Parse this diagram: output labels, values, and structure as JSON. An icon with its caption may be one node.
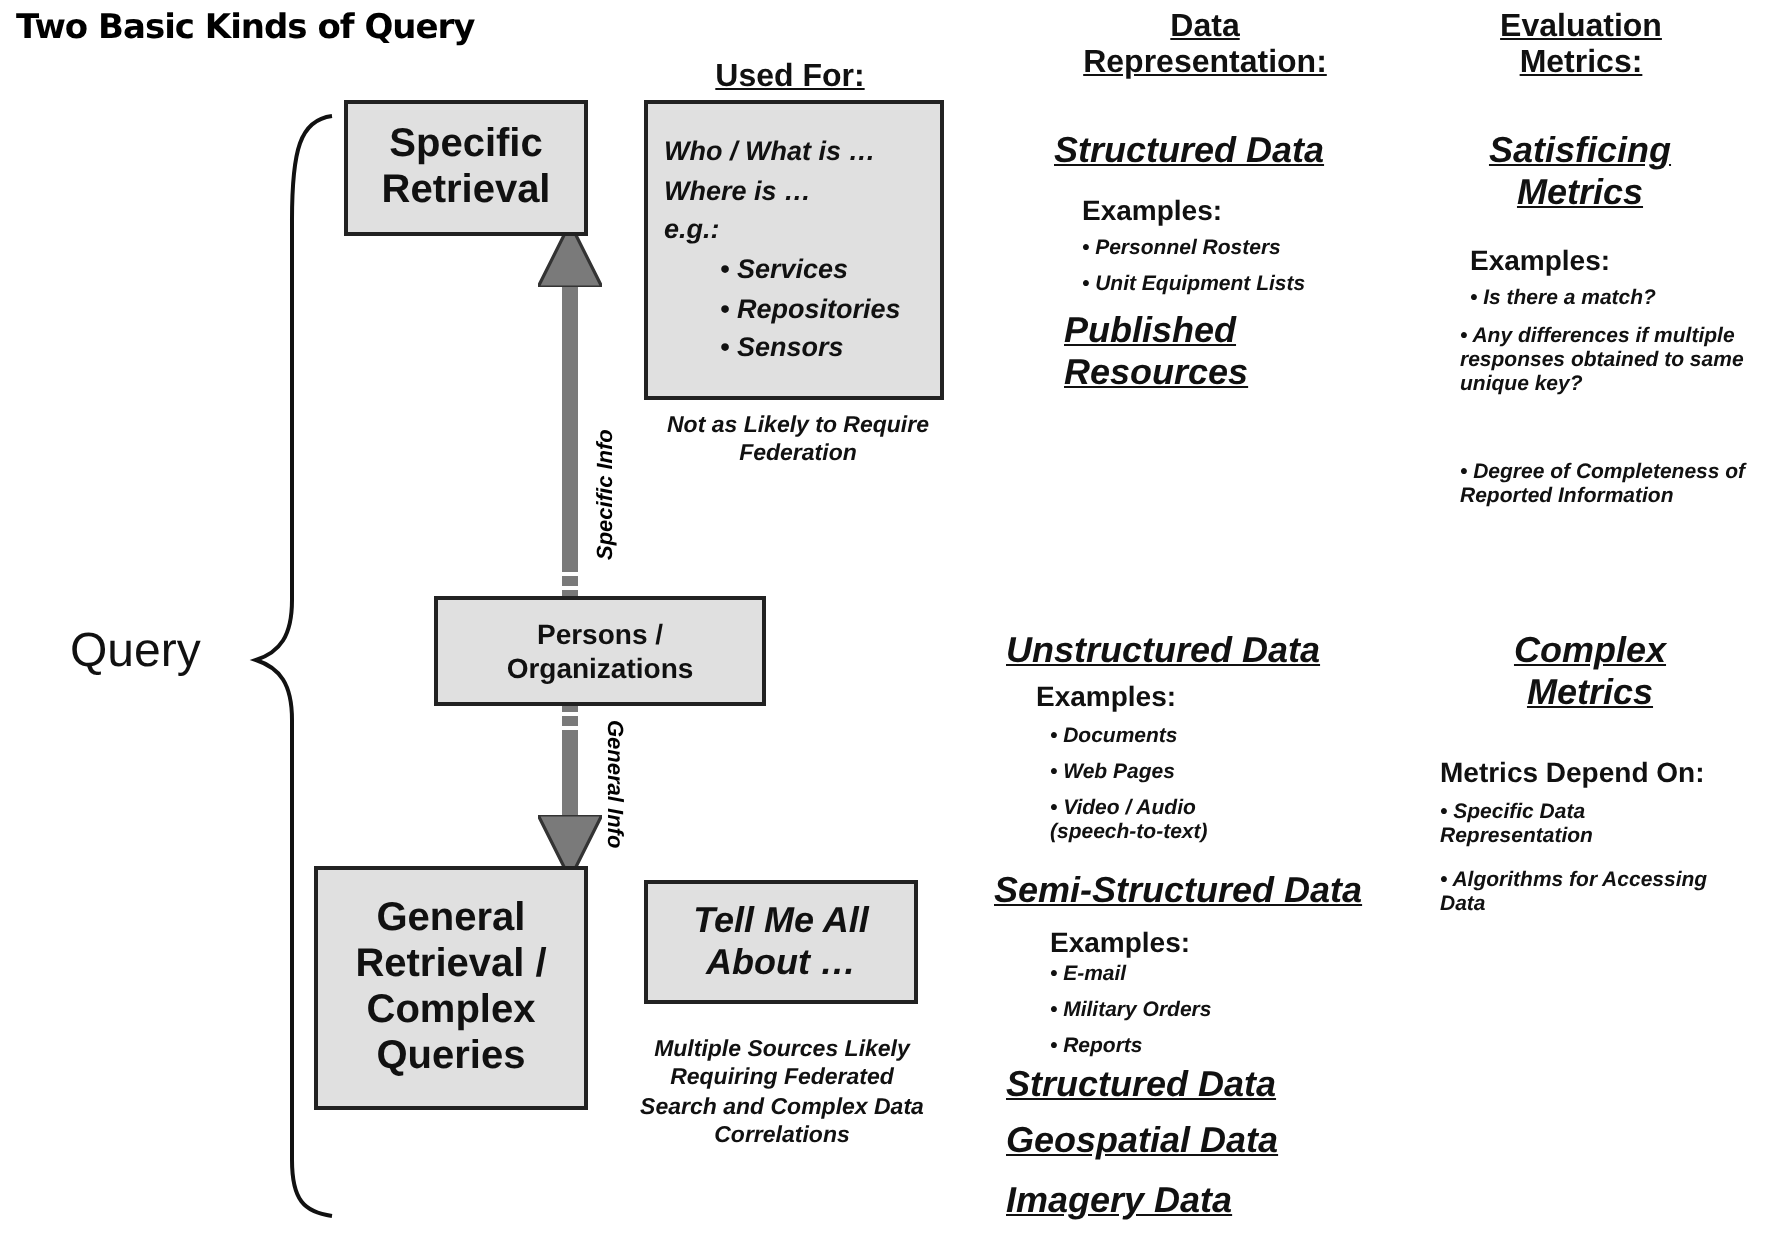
{
  "diagram": {
    "title": "Two Basic Kinds of Query",
    "nodes": [
      {
        "text": [
          "Specific Retrieval"
        ]
      },
      {
        "text": [
          "Who / What is …",
          "Where is …",
          "e.g.:",
          "• Services",
          "• Repositories",
          "• Sensors"
        ],
        "beside": [
          "Not as Likely to Require Federation"
        ]
      },
      {
        "text": [
          "Persons / Organizations"
        ]
      },
      {
        "text": [
          "General Retrieval / Complex Queries"
        ]
      },
      {
        "text": [
          "Tell Me All About …"
        ],
        "beside": [
          "Multiple Sources Likely Requiring Federated Search and Complex Data Correlations"
        ]
      }
    ],
    "edges": [
      {
        "from": 2,
        "to": 0,
        "arrow": "to",
        "label": "Specific Info"
      },
      {
        "from": 2,
        "to": 3,
        "arrow": "to",
        "label": "General Info"
      }
    ],
    "labels": [
      "Used For:",
      "Data Representation:",
      "Evaluation Metrics:",
      "Structured Data",
      "Examples:",
      "• Personnel Rosters",
      "• Unit Equipment Lists",
      "Published Resources",
      "Satisficing Metrics",
      "Examples:",
      "• Is there a match?",
      "• Any differences if multiple responses obtained to same unique key?",
      "• Degree of Completeness of Reported Information",
      "Query",
      "Unstructured Data",
      "Examples:",
      "• Documents",
      "• Web Pages",
      "• Video / Audio (speech-to-text)",
      "Complex Metrics",
      "Metrics Depend On:",
      "• Specific Data Representation",
      "• Algorithms for Accessing Data",
      "Semi-Structured Data",
      "Examples:",
      "• E-mail",
      "• Military Orders",
      "• Reports",
      "Structured Data",
      "Geospatial Data",
      "Imagery Data"
    ]
  }
}
